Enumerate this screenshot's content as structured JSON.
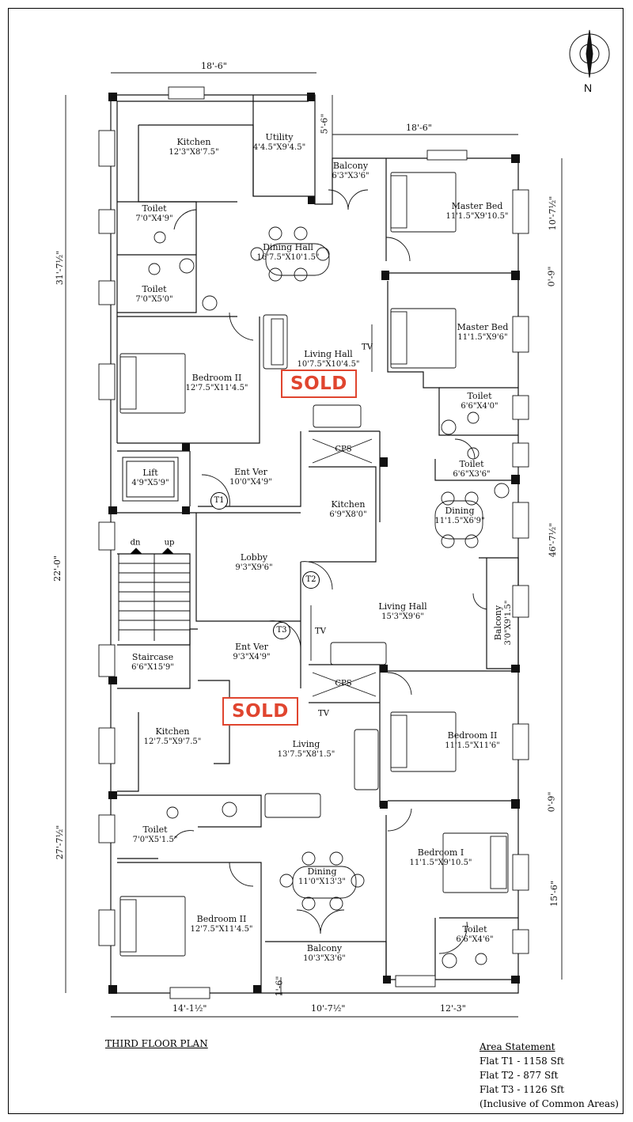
{
  "title": "THIRD FLOOR PLAN",
  "north_label": "N",
  "sold_label": "SOLD",
  "rooms": {
    "kitchen_top": {
      "name": "Kitchen",
      "size": "12'3\"X8'7.5\""
    },
    "utility": {
      "name": "Utility",
      "size": "4'4.5\"X9'4.5\""
    },
    "balcony_top": {
      "name": "Balcony",
      "size": "6'3\"X3'6\""
    },
    "master_bed_1": {
      "name": "Master Bed",
      "size": "11'1.5\"X9'10.5\""
    },
    "toilet_1": {
      "name": "Toilet",
      "size": "7'0\"X4'9\""
    },
    "dining_hall": {
      "name": "Dining Hall",
      "size": "16'7.5\"X10'1.5\""
    },
    "toilet_2": {
      "name": "Toilet",
      "size": "7'0\"X5'0\""
    },
    "master_bed_2": {
      "name": "Master Bed",
      "size": "11'1.5\"X9'6\""
    },
    "living_hall_t1": {
      "name": "Living Hall",
      "size": "10'7.5\"X10'4.5\""
    },
    "bedroom_ii_t1": {
      "name": "Bedroom II",
      "size": "12'7.5\"X11'4.5\""
    },
    "toilet_3": {
      "name": "Toilet",
      "size": "6'6\"X4'0\""
    },
    "toilet_4": {
      "name": "Toilet",
      "size": "6'6\"X3'6\""
    },
    "lift": {
      "name": "Lift",
      "size": "4'9\"X5'9\""
    },
    "ent_ver_t1": {
      "name": "Ent Ver",
      "size": "10'0\"X4'9\""
    },
    "kitchen_t2": {
      "name": "Kitchen",
      "size": "6'9\"X8'0\""
    },
    "dining_t2": {
      "name": "Dining",
      "size": "11'1.5\"X6'9\""
    },
    "lobby": {
      "name": "Lobby",
      "size": "9'3\"X9'6\""
    },
    "living_hall_t2": {
      "name": "Living Hall",
      "size": "15'3\"X9'6\""
    },
    "balcony_t2": {
      "name": "Balcony",
      "size": "3'0\"X9'1.5\""
    },
    "staircase": {
      "name": "Staircase",
      "size": "6'6\"X15'9\""
    },
    "ent_ver_t3": {
      "name": "Ent Ver",
      "size": "9'3\"X4'9\""
    },
    "kitchen_t3": {
      "name": "Kitchen",
      "size": "12'7.5\"X9'7.5\""
    },
    "living_t3": {
      "name": "Living",
      "size": "13'7.5\"X8'1.5\""
    },
    "bedroom_ii_t2": {
      "name": "Bedroom II",
      "size": "11'1.5\"X11'6\""
    },
    "toilet_5": {
      "name": "Toilet",
      "size": "7'0\"X5'1.5\""
    },
    "dining_t3": {
      "name": "Dining",
      "size": "11'0\"X13'3\""
    },
    "bedroom_i": {
      "name": "Bedroom I",
      "size": "11'1.5\"X9'10.5\""
    },
    "bedroom_ii_t3": {
      "name": "Bedroom II",
      "size": "12'7.5\"X11'4.5\""
    },
    "balcony_bottom": {
      "name": "Balcony",
      "size": "10'3\"X3'6\""
    },
    "toilet_6": {
      "name": "Toilet",
      "size": "6'6\"X4'6\""
    }
  },
  "markers": {
    "t1": "T1",
    "t2": "T2",
    "t3": "T3",
    "tv": "TV",
    "cps": "CPS",
    "dn": "dn",
    "up": "up"
  },
  "dimensions": {
    "top_width": "18'-6\"",
    "top_right_width": "18'-6\"",
    "top_offset": "5'-6\"",
    "left_top": "31'-7½\"",
    "left_mid": "22'-0\"",
    "left_bottom": "27'-7½\"",
    "right_1": "10'-7½\"",
    "right_2": "0'-9\"",
    "right_3": "46'-7½\"",
    "right_4": "0'-9\"",
    "right_5": "15'-6\"",
    "bottom_1": "14'-1½\"",
    "bottom_2": "10'-7½\"",
    "bottom_3": "12'-3\"",
    "bottom_offset": "1'-6\""
  },
  "area_statement": {
    "heading": "Area Statement",
    "t1": "Flat T1 - 1158 Sft",
    "t2": "Flat T2 - 877 Sft",
    "t3": "Flat T3 - 1126 Sft",
    "note": "(Inclusive of Common Areas)"
  }
}
